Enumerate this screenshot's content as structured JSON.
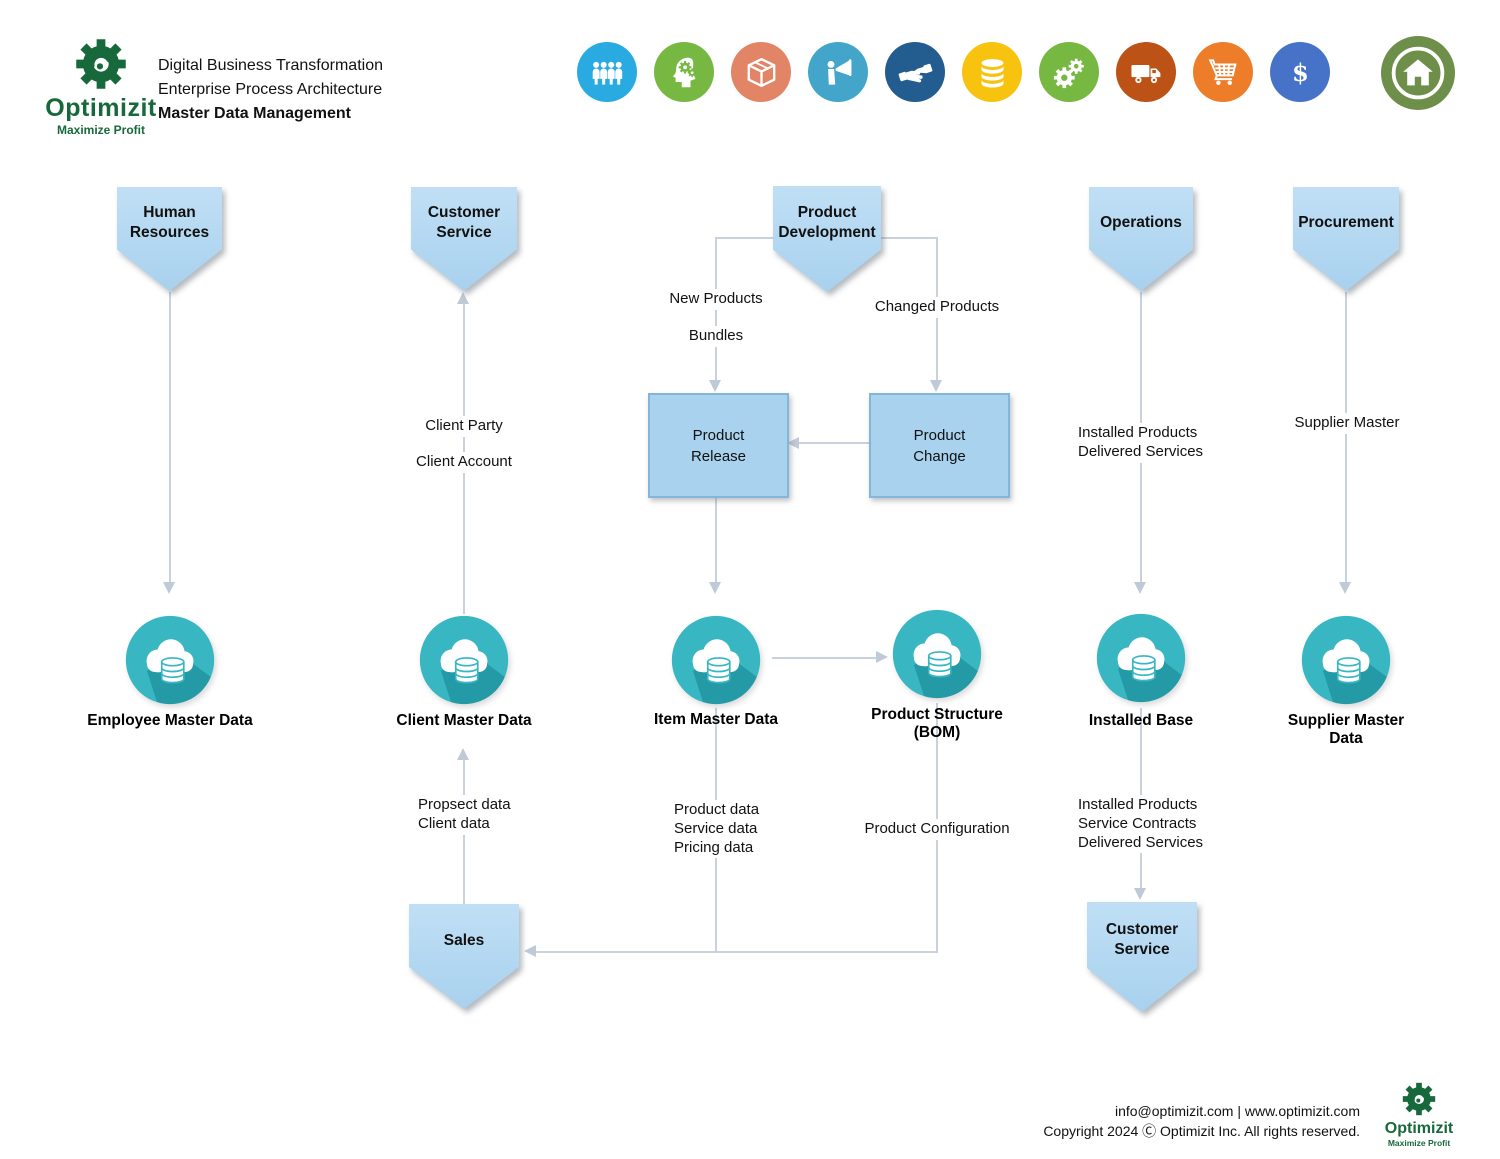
{
  "header": {
    "logo": {
      "name": "Optimizit",
      "tagline": "Maximize Profit"
    },
    "title_lines": [
      "Digital Business Transformation",
      "Enterprise Process Architecture",
      "Master Data Management"
    ]
  },
  "icon_bar": [
    {
      "name": "people-icon",
      "color": "#29abe2"
    },
    {
      "name": "head-gears-icon",
      "color": "#77b843"
    },
    {
      "name": "package-icon",
      "color": "#e28566"
    },
    {
      "name": "megaphone-icon",
      "color": "#43a5c9"
    },
    {
      "name": "handshake-icon",
      "color": "#235d8f"
    },
    {
      "name": "database-icon",
      "color": "#f7c30e"
    },
    {
      "name": "gears-icon",
      "color": "#77b843"
    },
    {
      "name": "truck-icon",
      "color": "#bd5217"
    },
    {
      "name": "cart-icon",
      "color": "#ee7d2a"
    },
    {
      "name": "dollar-icon",
      "color": "#4673c8"
    },
    {
      "name": "home-icon",
      "color": "#6d8f4a"
    }
  ],
  "diagram": {
    "headers": {
      "human_resources": "Human\nResources",
      "customer_service": "Customer\nService",
      "product_development": "Product\nDevelopment",
      "operations": "Operations",
      "procurement": "Procurement"
    },
    "boxes": {
      "product_release": "Product\nRelease",
      "product_change": "Product\nChange"
    },
    "stores": {
      "employee": "Employee Master Data",
      "client": "Client Master Data",
      "item": "Item Master Data",
      "bom": "Product Structure\n(BOM)",
      "installed_base": "Installed Base",
      "supplier": "Supplier Master Data"
    },
    "flow_labels": {
      "new_products": "New Products",
      "bundles": "Bundles",
      "changed_products": "Changed Products",
      "client_party": "Client Party",
      "client_account": "Client Account",
      "installed_delivered": "Installed Products\nDelivered Services",
      "supplier_master": "Supplier Master",
      "prospect_client": "Propsect data\nClient data",
      "product_service_pricing": "Product data\nService data\nPricing data",
      "product_configuration": "Product Configuration",
      "installed_contracts_delivered": "Installed Products\nService Contracts\nDelivered Services"
    },
    "footers": {
      "sales": "Sales",
      "customer_service": "Customer\nService"
    }
  },
  "footer": {
    "contact": "info@optimizit.com | www.optimizit.com",
    "copyright": "Copyright 2024 Ⓒ Optimizit Inc. All rights reserved.",
    "logo": {
      "name": "Optimizit",
      "tagline": "Maximize Profit"
    }
  },
  "colors": {
    "node_blue": "#b3d7f0",
    "store_teal": "#38b6c2",
    "line_gray": "#c9d2dc",
    "logo_green": "#17693b"
  }
}
